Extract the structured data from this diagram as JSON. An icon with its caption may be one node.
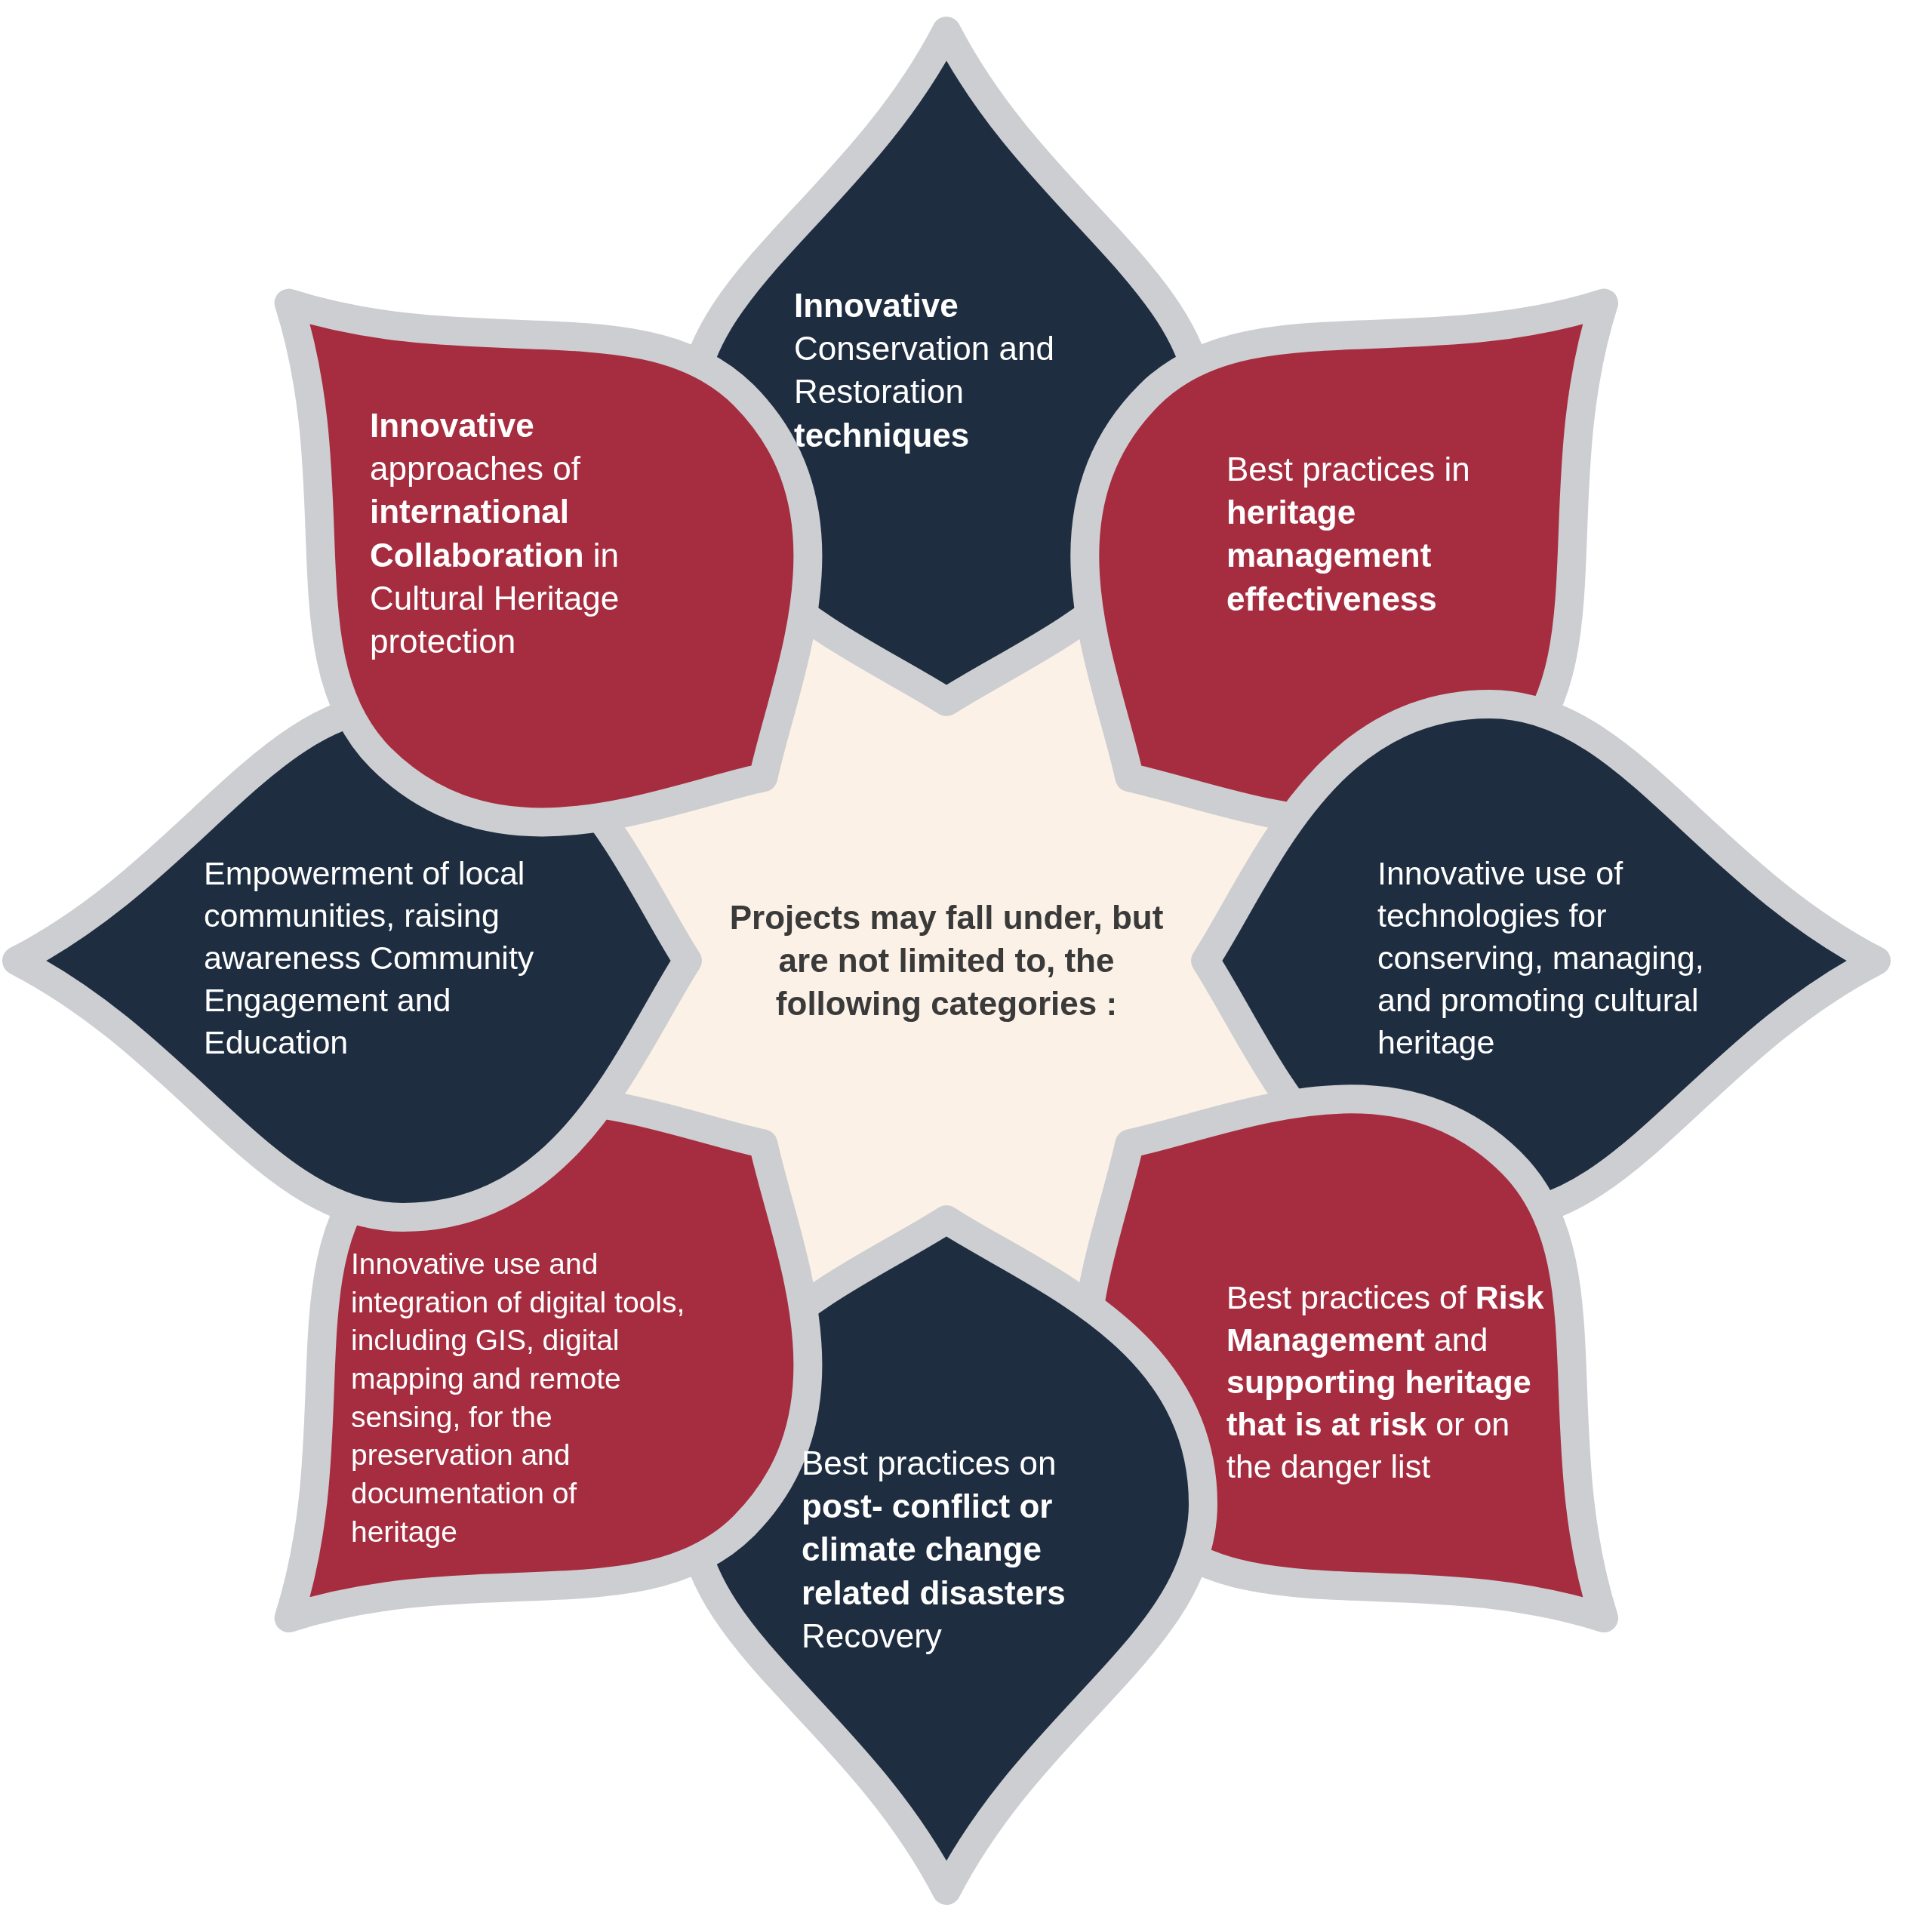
{
  "diagram": {
    "nodes": [
      {
        "text": [
          "Projects may fall under, but are not limited to, the following categories :"
        ]
      },
      {
        "text": [
          "**Innovative** Conservation and Restoration **techniques**"
        ]
      },
      {
        "text": [
          "Best practices in **heritage management effectiveness**"
        ]
      },
      {
        "text": [
          "Innovative use of technologies for conserving, managing, and promoting cultural heritage"
        ]
      },
      {
        "text": [
          "Best practices of **Risk Management** and **supporting heritage that is at risk** or on the danger list"
        ]
      },
      {
        "text": [
          "Best practices on **post- conflict or climate change related disasters** Recovery"
        ]
      },
      {
        "text": [
          "Innovative use and integration of digital tools, including GIS, digital mapping and remote sensing, for the preservation and documentation of heritage"
        ]
      },
      {
        "text": [
          "Empowerment of local communities, raising awareness Community Engagement and Education"
        ]
      },
      {
        "text": [
          "**Innovative** approaches of **international Collaboration** in Cultural Heritage protection"
        ]
      }
    ]
  }
}
